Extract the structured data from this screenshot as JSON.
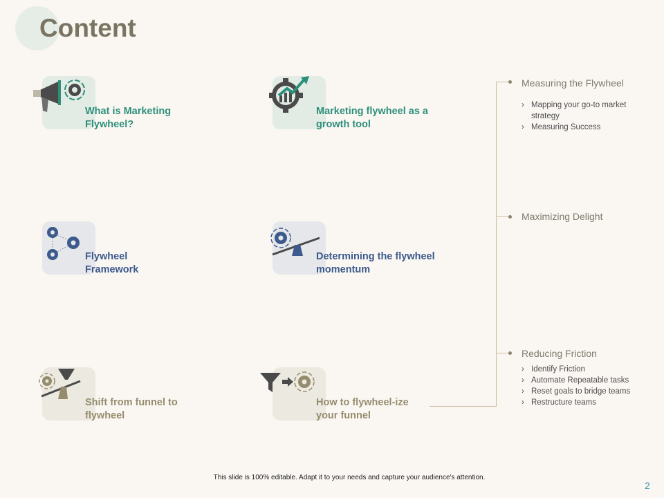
{
  "slide": {
    "title": "Content",
    "page_number": "2",
    "footer": "This slide is 100% editable.  Adapt it to your needs and capture your audience's attention."
  },
  "items": [
    {
      "label_line1": "What is Marketing",
      "label_line2": "Flywheel?",
      "icon": "megaphone-gear-icon",
      "color": "#2d8f7a"
    },
    {
      "label_line1": "Marketing flywheel as a",
      "label_line2": "growth tool",
      "icon": "gear-growth-chart-icon",
      "color": "#2d8f7a"
    },
    {
      "label_line1": "Flywheel",
      "label_line2": "Framework",
      "icon": "gear-network-icon",
      "color": "#3c5a8c"
    },
    {
      "label_line1": "Determining the flywheel",
      "label_line2": "momentum",
      "icon": "gear-seesaw-icon",
      "color": "#3c5a8c"
    },
    {
      "label_line1": "Shift from funnel to",
      "label_line2": "flywheel",
      "icon": "gear-hourglass-seesaw-icon",
      "color": "#958c6d"
    },
    {
      "label_line1": "How to flywheel-ize",
      "label_line2": "your funnel",
      "icon": "funnel-arrow-gear-icon",
      "color": "#958c6d"
    }
  ],
  "sidebar": {
    "measuring": {
      "heading": "Measuring the Flywheel",
      "bullets": [
        "Mapping your go-to market strategy",
        "Measuring Success"
      ]
    },
    "delight": {
      "heading": "Maximizing Delight"
    },
    "friction": {
      "heading": "Reducing Friction",
      "bullets": [
        "Identify Friction",
        "Automate Repeatable  tasks",
        "Reset goals to bridge  teams",
        "Restructure teams"
      ]
    }
  }
}
